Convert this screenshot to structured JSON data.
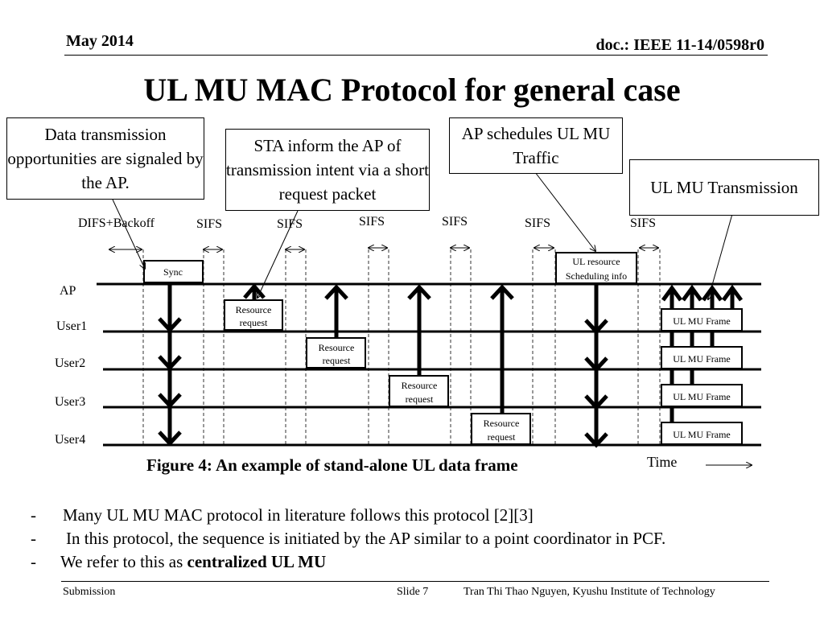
{
  "header": {
    "date": "May 2014",
    "doc_id": "doc.: IEEE 11-14/0598r0"
  },
  "title": "UL MU MAC Protocol for general case",
  "callouts": {
    "signal": "Data transmission opportunities are signaled by the AP.",
    "sta_inform": "STA inform the AP of transmission intent via a short request packet",
    "ap_schedules": "AP schedules UL MU Traffic",
    "ul_transmission": "UL MU Transmission"
  },
  "diagram": {
    "difs_label": "DIFS+Backoff",
    "sifs_label": "SIFS",
    "rows": [
      "AP",
      "User1",
      "User2",
      "User3",
      "User4"
    ],
    "sync_label": "Sync",
    "resource_request": [
      "Resource",
      "request"
    ],
    "ul_resource": [
      "UL resource",
      "Scheduling info"
    ],
    "ul_frame": "UL MU Frame",
    "time_label": "Time"
  },
  "caption": "Figure 4: An example of stand-alone UL data frame",
  "bullets": {
    "dash": "-",
    "b1": "Many UL MU MAC protocol in literature follows this protocol [2][3]",
    "b2": "In this protocol, the sequence is initiated by the AP similar to a point coordinator in  PCF.",
    "b3_prefix": "We refer to this as ",
    "b3_bold": "centralized UL MU"
  },
  "footer": {
    "left": "Submission",
    "slide": "Slide 7",
    "author": "Tran Thi Thao Nguyen, Kyushu Institute of Technology"
  }
}
